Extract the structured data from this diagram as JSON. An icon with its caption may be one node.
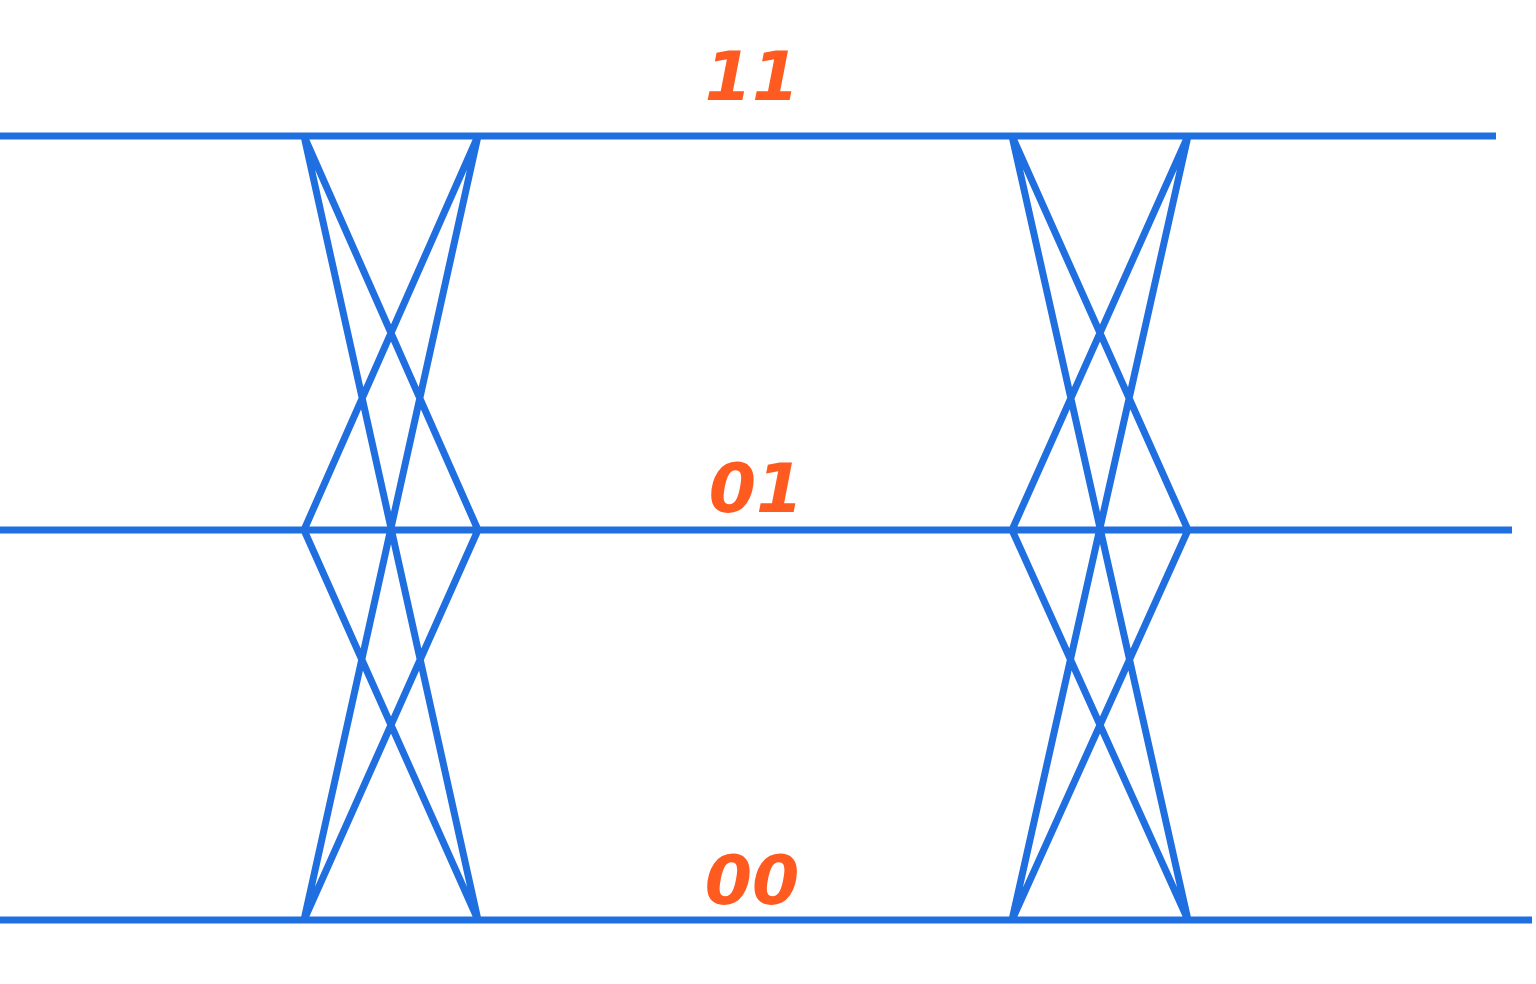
{
  "diagram": {
    "labels": [
      "11",
      "01",
      "00"
    ]
  }
}
